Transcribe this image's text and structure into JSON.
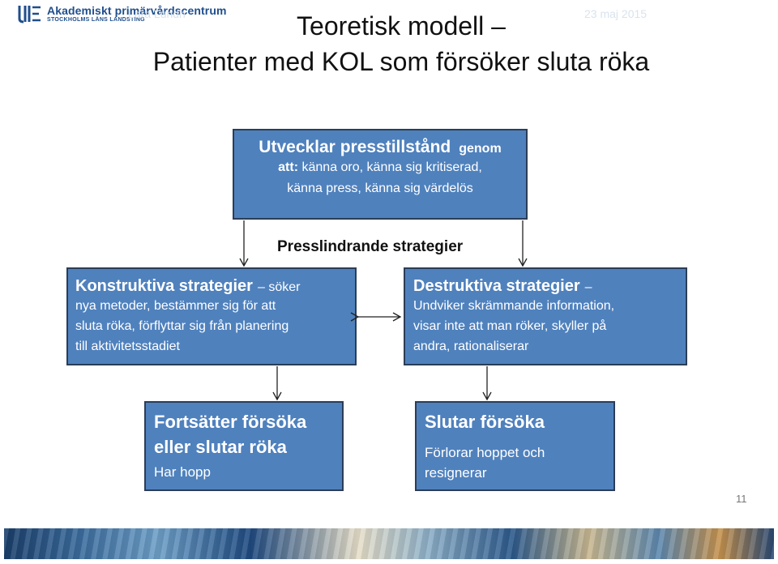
{
  "logo": {
    "name": "Akademiskt primärvårdscentrum",
    "subtitle": "STOCKHOLMS LÄNS LANDSTING"
  },
  "title": {
    "line1": "Teoretisk modell –",
    "line2": "Patienter med KOL som försöker sluta röka"
  },
  "top_box": {
    "heading": "Utvecklar presstillstånd",
    "heading_suffix": "genom",
    "line1_bold": "att:",
    "line1": " känna oro, känna sig kritiserad,",
    "line2": "känna press, känna sig värdelös"
  },
  "press_label": "Presslindrande strategier",
  "left_box": {
    "heading": "Konstruktiva strategier",
    "heading_suffix": "– söker",
    "lines": [
      "nya metoder, bestämmer sig för att",
      "sluta röka, förflyttar sig från planering",
      "till aktivitetsstadiet"
    ]
  },
  "right_box": {
    "heading": "Destruktiva strategier",
    "heading_suffix": "–",
    "lines": [
      "Undviker skrämmande information,",
      "visar inte att man röker, skyller på",
      "andra, rationaliserar"
    ]
  },
  "bottom_left_box": {
    "heading_line1": "Fortsätter försöka",
    "heading_line2": "eller slutar röka",
    "sub": "Har hopp"
  },
  "bottom_right_box": {
    "heading": "Slutar försöka",
    "sub_line1": "Förlorar hoppet och",
    "sub_line2": "resignerar"
  },
  "page_number": "11",
  "footer": {
    "left": "Lara Lundh",
    "right": "23 maj 2015"
  },
  "colors": {
    "box_fill": "#4f81bd",
    "box_border": "#2b3d57",
    "logo": "#1f4e8c"
  }
}
